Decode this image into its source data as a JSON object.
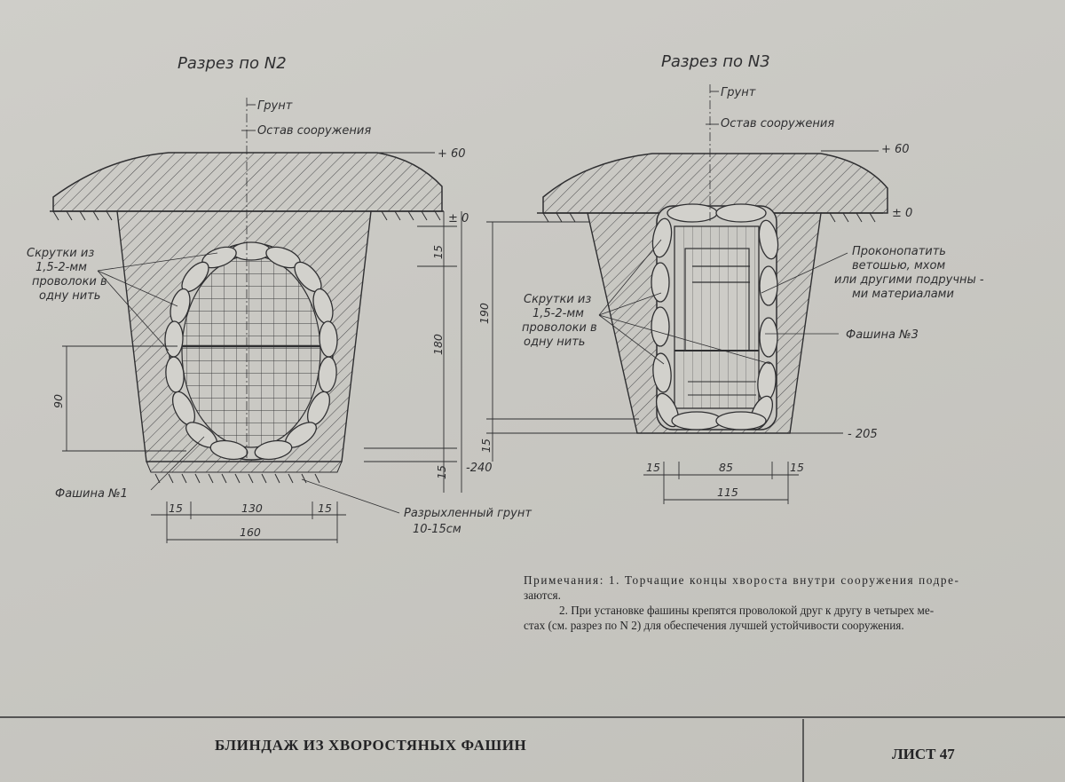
{
  "sections": {
    "left": {
      "title": "Разрез по N2",
      "ground": "Грунт",
      "frame": "Остав сооружения",
      "level_top": "+ 60",
      "level_zero": "± 0",
      "level_bottom": "-240",
      "wire_twists": [
        "Скрутки из",
        "1,5-2-мм",
        "проволоки в",
        "одну нить"
      ],
      "fascine": "Фашина №1",
      "loose_soil": [
        "Разрыхленный грунт",
        "10-15см"
      ],
      "dims": {
        "d15_top": "15",
        "d180": "180",
        "d15_bottom": "15",
        "d90": "90",
        "w15_left": "15",
        "w130": "130",
        "w15_right": "15",
        "w160": "160"
      }
    },
    "right": {
      "title": "Разрез по N3",
      "ground": "Грунт",
      "frame": "Остав сооружения",
      "level_top": "+ 60",
      "level_zero": "± 0",
      "level_bottom": "- 205",
      "wire_twists": [
        "Скрутки из",
        "1,5-2-мм",
        "проволоки в",
        "одну нить"
      ],
      "caulk": [
        "Проконопатить",
        "ветошью, мхом",
        "или другими подручны -",
        "ми материалами"
      ],
      "fascine": "Фашина №3",
      "dims": {
        "d190": "190",
        "d15": "15",
        "w15_left": "15",
        "w85": "85",
        "w15_right": "15",
        "w115": "115"
      }
    }
  },
  "notes": {
    "line1": "Примечания: 1. Торчащие концы хвороста внутри сооружения подре-",
    "line1b": "заются.",
    "line2": "2. При установке фашины крепятся проволокой друг к другу в четырех ме-",
    "line2b": "стах (см. разрез по N 2) для обеспечения лучшей устойчивости сооружения."
  },
  "footer": {
    "title": "БЛИНДАЖ ИЗ ХВОРОСТЯНЫХ ФАШИН",
    "sheet": "ЛИСТ 47"
  },
  "colors": {
    "paper": "#c9c8c3",
    "ink": "#2f2f31"
  }
}
